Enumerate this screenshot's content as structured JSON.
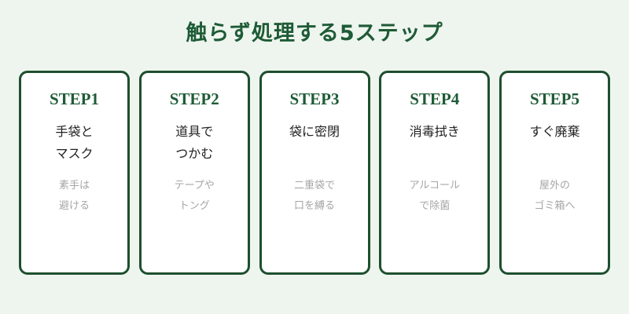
{
  "title": "触らず処理する5ステップ",
  "colors": {
    "background": "#eef5ee",
    "accent": "#1e5b36",
    "card_border": "#1e4f2f",
    "card_fill": "#ffffff",
    "note_text": "#a5a5a5"
  },
  "steps": [
    {
      "label": "STEP1",
      "action": [
        "手袋と",
        "マスク"
      ],
      "note": [
        "素手は",
        "避ける"
      ]
    },
    {
      "label": "STEP2",
      "action": [
        "道具で",
        "つかむ"
      ],
      "note": [
        "テープや",
        "トング"
      ]
    },
    {
      "label": "STEP3",
      "action": [
        "袋に密閉"
      ],
      "note": [
        "二重袋で",
        "口を縛る"
      ]
    },
    {
      "label": "STEP4",
      "action": [
        "消毒拭き"
      ],
      "note": [
        "アルコール",
        "で除菌"
      ]
    },
    {
      "label": "STEP5",
      "action": [
        "すぐ廃棄"
      ],
      "note": [
        "屋外の",
        "ゴミ箱へ"
      ]
    }
  ]
}
